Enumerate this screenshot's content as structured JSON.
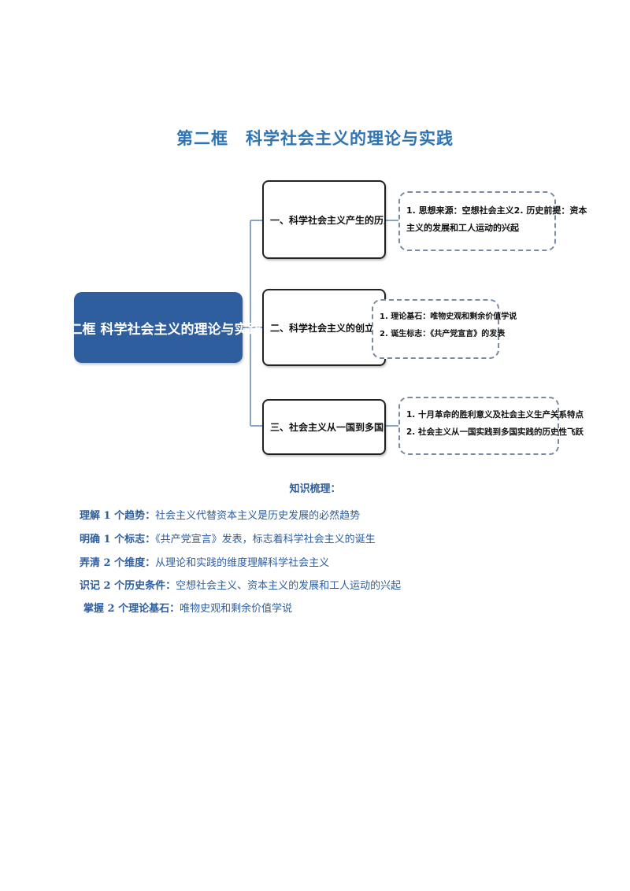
{
  "title": "第二框　科学社会主义的理论与实践",
  "mindmap": {
    "root": "第二框  科学社会主义的理论与实践",
    "branches": [
      {
        "label": "一、科学社会主义产生的历史条件",
        "details": [
          "1. 思想来源：空想社会主义2. 历史前提：资本",
          "主义的发展和工人运动的兴起"
        ]
      },
      {
        "label": "二、科学社会主义的创立",
        "details": [
          "1. 理论基石：唯物史观和剩余价值学说",
          "2. 诞生标志：《共产党宣言》的发表"
        ]
      },
      {
        "label": "三、社会主义从一国到多国的实践",
        "details": [
          "1. 十月革命的胜利意义及社会主义生产关系特点",
          "2. 社会主义从一国实践到多国实践的历史性飞跃"
        ]
      }
    ]
  },
  "summary": {
    "heading": "知识梳理：",
    "items": [
      {
        "label": "理解 1 个趋势：",
        "text": "社会主义代替资本主义是历史发展的必然趋势"
      },
      {
        "label": "明确 1 个标志：",
        "text": "《共产党宣言》发表，标志着科学社会主义的诞生"
      },
      {
        "label": "弄清 2 个维度：",
        "text": "从理论和实践的维度理解科学社会主义"
      },
      {
        "label": "识记 2 个历史条件：",
        "text": "空想社会主义、资本主义的发展和工人运动的兴起"
      },
      {
        "label": "掌握 2 个理论基石：",
        "text": "唯物史观和剩余价值学说"
      }
    ]
  },
  "colors": {
    "title": "#2e74b5",
    "root_fill": "#2e5e9e",
    "summary_text": "#2e5e9e",
    "connector": "#8aa4c8",
    "leaf_border": "#7a8aa0"
  }
}
